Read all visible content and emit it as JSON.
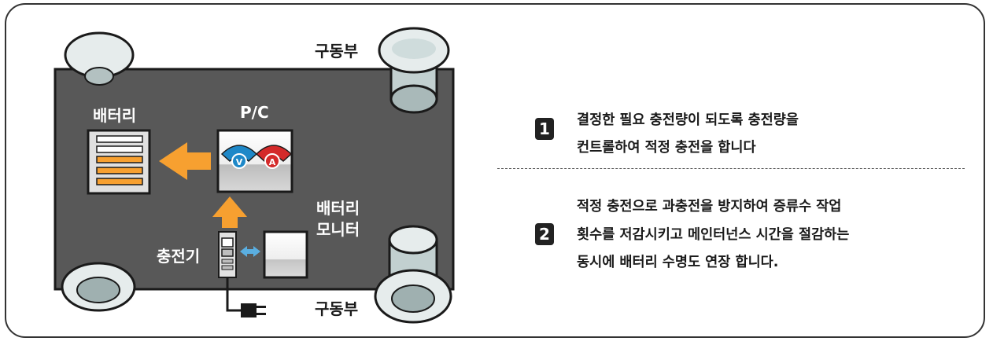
{
  "diagram": {
    "labels": {
      "drive_top": "구동부",
      "drive_bottom": "구동부",
      "battery": "배터리",
      "pc": "P/C",
      "battery_monitor_line1": "배터리",
      "battery_monitor_line2": "모니터",
      "charger": "충전기",
      "meter_v": "V",
      "meter_a": "A"
    },
    "colors": {
      "body": "#585858",
      "arrow_orange": "#f7a030",
      "meter_blue": "#1e88c8",
      "meter_red": "#d42a2a",
      "wheel": "#e6ecec"
    }
  },
  "steps": [
    {
      "number": "1",
      "lines": [
        "결정한 필요 충전량이 되도록 충전량을",
        "컨트롤하여 적정 충전을 합니다"
      ]
    },
    {
      "number": "2",
      "lines": [
        "적정 충전으로 과충전을 방지하여 증류수 작업",
        "횟수를 저감시키고 메인터넌스 시간을 절감하는",
        "동시에 배터리 수명도 연장 합니다."
      ]
    }
  ]
}
